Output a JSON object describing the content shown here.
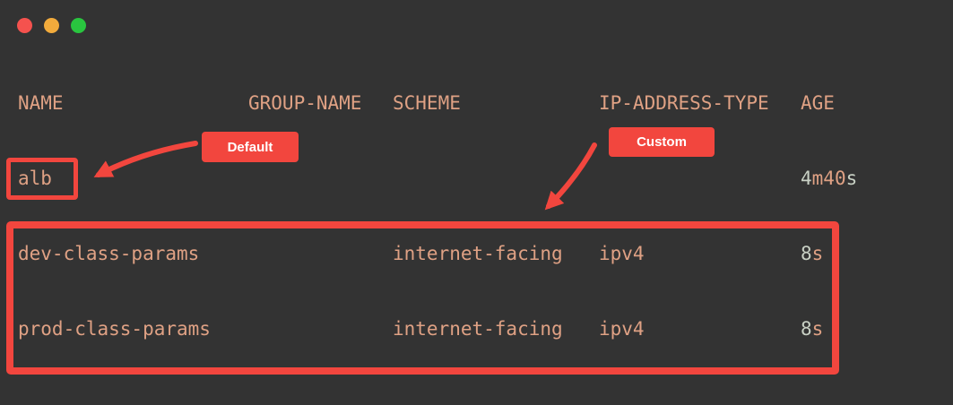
{
  "colors": {
    "background": "#333333",
    "text_salmon": "#dfa184",
    "text_pale": "#c9d1c5",
    "annotation_red": "#f2463e",
    "badge_text": "#ffffff",
    "traffic_close": "#f5524e",
    "traffic_minimize": "#f2ab3c",
    "traffic_maximize": "#29c53f"
  },
  "window": {
    "controls": [
      {
        "name": "close"
      },
      {
        "name": "minimize"
      },
      {
        "name": "maximize"
      }
    ]
  },
  "table": {
    "columns": [
      {
        "key": "name",
        "label": "NAME"
      },
      {
        "key": "group_name",
        "label": "GROUP-NAME"
      },
      {
        "key": "scheme",
        "label": "SCHEME"
      },
      {
        "key": "ip_address_type",
        "label": "IP-ADDRESS-TYPE"
      },
      {
        "key": "age",
        "label": "AGE"
      }
    ],
    "rows": [
      {
        "name": "alb",
        "group_name": "",
        "scheme": "",
        "ip_address_type": "",
        "age": "4m40s",
        "age_segments": [
          {
            "text": "4",
            "color": "text_pale"
          },
          {
            "text": "m40",
            "color": "text_salmon"
          },
          {
            "text": "s",
            "color": "text_pale"
          }
        ]
      },
      {
        "name": "dev-class-params",
        "group_name": "",
        "scheme": "internet-facing",
        "ip_address_type": "ipv4",
        "age": "8s",
        "age_segments": [
          {
            "text": "8",
            "color": "text_pale"
          },
          {
            "text": "s",
            "color": "text_salmon"
          }
        ]
      },
      {
        "name": "prod-class-params",
        "group_name": "",
        "scheme": "internet-facing",
        "ip_address_type": "ipv4",
        "age": "8s",
        "age_segments": [
          {
            "text": "8",
            "color": "text_pale"
          },
          {
            "text": "s",
            "color": "text_salmon"
          }
        ]
      }
    ]
  },
  "annotations": {
    "default_badge": "Default",
    "custom_badge": "Custom"
  }
}
